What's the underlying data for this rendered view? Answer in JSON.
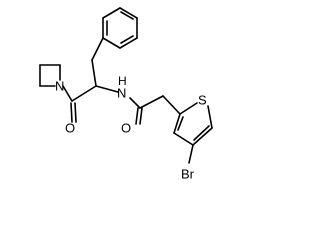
{
  "molecule": {
    "atom_labels": {
      "azetidine_n": "N",
      "amide_nh": "N",
      "amide_h": "H",
      "carbonyl_o_left": "O",
      "carbonyl_o_right": "O",
      "thiophene_s": "S",
      "bromine": "Br"
    }
  }
}
